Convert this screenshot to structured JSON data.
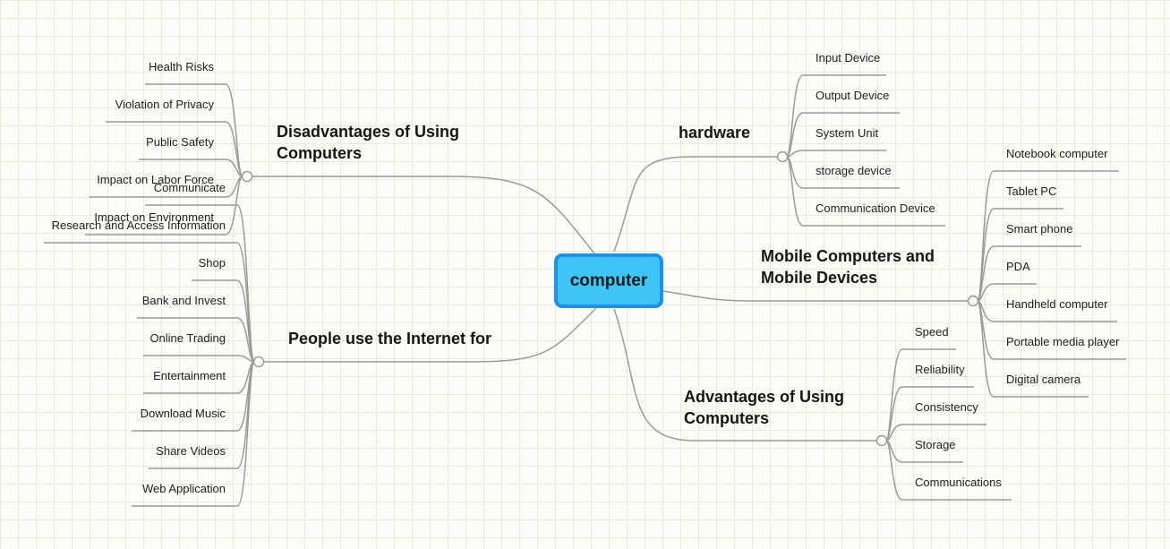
{
  "central": {
    "label": "computer"
  },
  "colors": {
    "central_fill": "#3fc5f5",
    "central_border": "#1f8ff0",
    "line": "#9a9a9a",
    "grid": "#e8ebdc",
    "background": "#fdfdf8"
  },
  "branches": {
    "hardware": {
      "title": "hardware",
      "children": [
        "Input Device",
        "Output Device",
        "System Unit",
        "storage device",
        "Communication Device"
      ]
    },
    "mobile": {
      "title": "Mobile Computers and\nMobile Devices",
      "children": [
        "Notebook computer",
        "Tablet PC",
        "Smart phone",
        "PDA",
        "Handheld computer",
        "Portable media player",
        "Digital camera"
      ]
    },
    "advantages": {
      "title": "Advantages of Using\nComputers",
      "children": [
        "Speed",
        "Reliability",
        "Consistency",
        "Storage",
        "Communications"
      ]
    },
    "disadvantages": {
      "title": "Disadvantages of Using\nComputers",
      "children": [
        "Health Risks",
        "Violation of Privacy",
        "Public Safety",
        "Impact on Labor Force",
        "Impact on Environment"
      ]
    },
    "internet": {
      "title": "People use the Internet for",
      "children": [
        "Communicate",
        "Research and Access Information",
        "Shop",
        "Bank and Invest",
        "Online Trading",
        "Entertainment",
        "Download Music",
        "Share Videos",
        "Web Application"
      ]
    }
  }
}
